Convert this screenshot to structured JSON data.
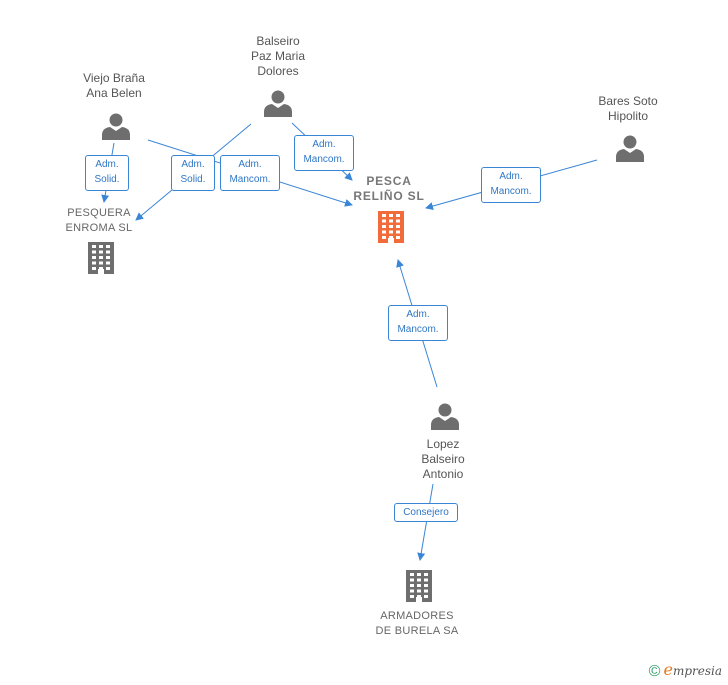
{
  "persons": [
    {
      "id": "viejo",
      "name": "Viejo Braña\nAna Belen"
    },
    {
      "id": "balseiro",
      "name": "Balseiro\nPaz Maria\nDolores"
    },
    {
      "id": "bares",
      "name": "Bares Soto\nHipolito"
    },
    {
      "id": "lopez",
      "name": "Lopez\nBalseiro\nAntonio"
    }
  ],
  "companies": [
    {
      "id": "pesquera",
      "name": "PESQUERA\nENROMA  SL",
      "highlight": false
    },
    {
      "id": "pesca",
      "name": "PESCA\nRELIÑO  SL",
      "highlight": true
    },
    {
      "id": "armadores",
      "name": "ARMADORES\nDE BURELA SA",
      "highlight": false
    }
  ],
  "relations": [
    {
      "id": "r1",
      "label": "Adm.\nSolid."
    },
    {
      "id": "r2",
      "label": "Adm.\nSolid."
    },
    {
      "id": "r3",
      "label": "Adm.\nMancom."
    },
    {
      "id": "r4",
      "label": "Adm.\nMancom."
    },
    {
      "id": "r5",
      "label": "Adm.\nMancom."
    },
    {
      "id": "r6",
      "label": "Adm.\nMancom."
    },
    {
      "id": "r7",
      "label": "Consejero"
    }
  ],
  "colors": {
    "edge": "#3a86d6",
    "person_icon": "#6e6e6e",
    "company_icon": "#6e6e6e",
    "company_highlight": "#f26b3a",
    "label_text": "#2f77c6"
  },
  "footer": {
    "copyright": "©",
    "brand_initial": "e",
    "brand_rest": "mpresia"
  }
}
